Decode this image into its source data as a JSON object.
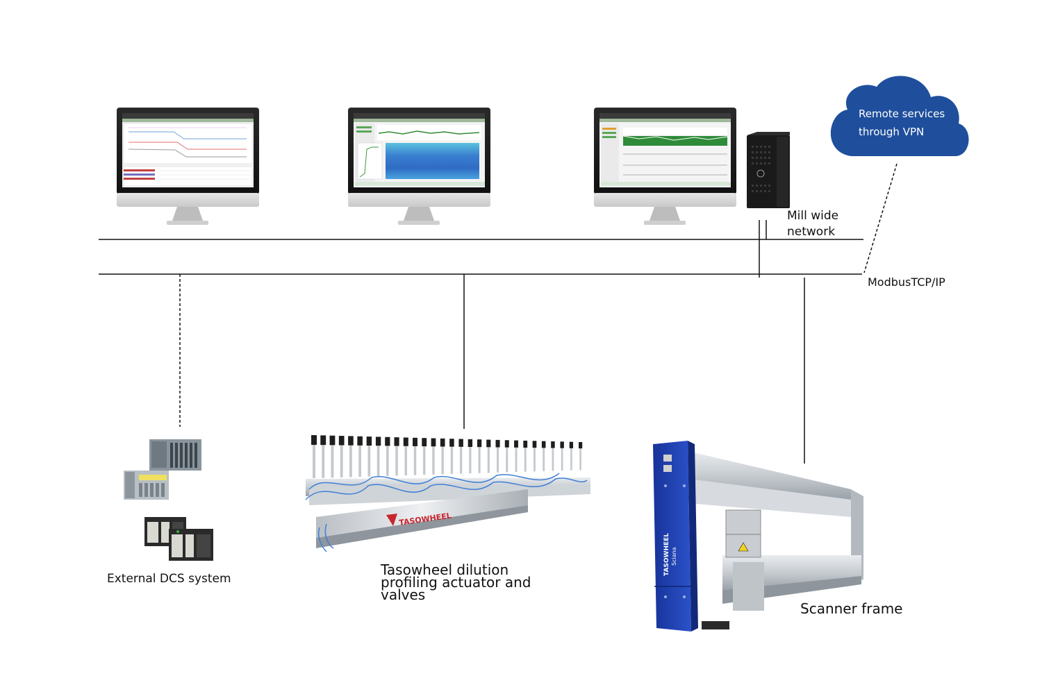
{
  "labels": {
    "cloud_line1": "Remote services",
    "cloud_line2": "through VPN",
    "mill_line1": "Mill wide",
    "mill_line2": "network",
    "modbus": "ModbusTCP/IP",
    "dcs": "External DCS system",
    "actuator_line1": "Tasowheel dilution",
    "actuator_line2": "profiling actuator and",
    "actuator_line3": "valves",
    "scanner": "Scanner frame",
    "brand": "TASOWHEEL",
    "brand_sub": "Sciana"
  },
  "colors": {
    "cloud": "#1f4f9c",
    "scanner_blue": "#1c3fae",
    "network_line": "#111111",
    "brand_red": "#c8262e"
  },
  "icons": [
    "monitor",
    "workstation-tower",
    "cloud",
    "plc-module",
    "actuator-rail",
    "scanner-frame"
  ]
}
